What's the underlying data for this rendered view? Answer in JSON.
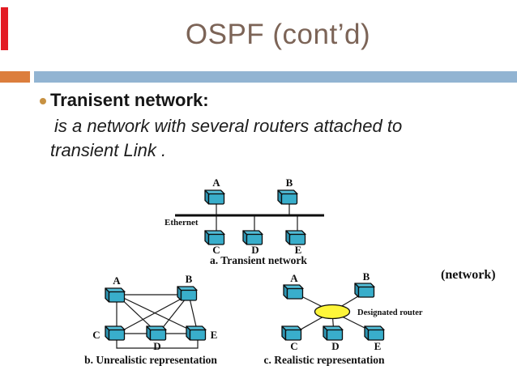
{
  "slide": {
    "title": "OSPF (cont’d)"
  },
  "content": {
    "heading": "Tranisent network:",
    "body_line1": "is a network with several routers attached to",
    "body_line2": "transient Link .",
    "network_note": "(network)"
  },
  "figure": {
    "diagram_a": {
      "caption": "a. Transient network",
      "bus_label": "Ethernet",
      "topology": "bus",
      "routers": [
        "A",
        "B",
        "C",
        "D",
        "E"
      ]
    },
    "diagram_b": {
      "caption": "b. Unrealistic representation",
      "topology": "full-mesh",
      "routers": [
        "A",
        "B",
        "C",
        "D",
        "E"
      ]
    },
    "diagram_c": {
      "caption": "c. Realistic representation",
      "hub_label": "Designated router",
      "topology": "star",
      "routers": [
        "A",
        "B",
        "C",
        "D",
        "E"
      ]
    }
  },
  "colors": {
    "title_text": "#7c6457",
    "accent_red_bar": "#e31b23",
    "header_bar_orange": "#dc7e3d",
    "header_bar_blue": "#92b4d2",
    "bullet_dot": "#c79142",
    "router_front": "#39aecb",
    "router_top": "#52bcd6",
    "router_side": "#2d95b3",
    "designated_router_fill": "#fdf53a",
    "line_color": "#1a1a1a"
  }
}
